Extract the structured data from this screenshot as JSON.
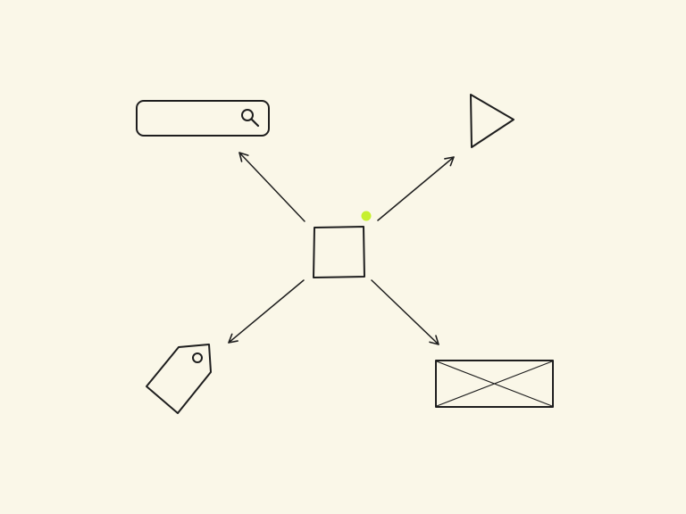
{
  "background": "#faf7e8",
  "ink": "#1e1e1e",
  "accent": "#c6f02e",
  "nodes": {
    "center": {
      "icon": "square-icon"
    },
    "top_left": {
      "icon": "search-bar-icon"
    },
    "top_right": {
      "icon": "play-icon"
    },
    "bottom_left": {
      "icon": "price-tag-icon"
    },
    "bottom_right": {
      "icon": "image-placeholder-icon"
    }
  },
  "connectors": [
    {
      "from": "center",
      "to": "top_left"
    },
    {
      "from": "center",
      "to": "top_right"
    },
    {
      "from": "center",
      "to": "bottom_left"
    },
    {
      "from": "center",
      "to": "bottom_right"
    }
  ],
  "marker": {
    "icon": "dot-marker-icon",
    "color": "#c6f02e"
  }
}
